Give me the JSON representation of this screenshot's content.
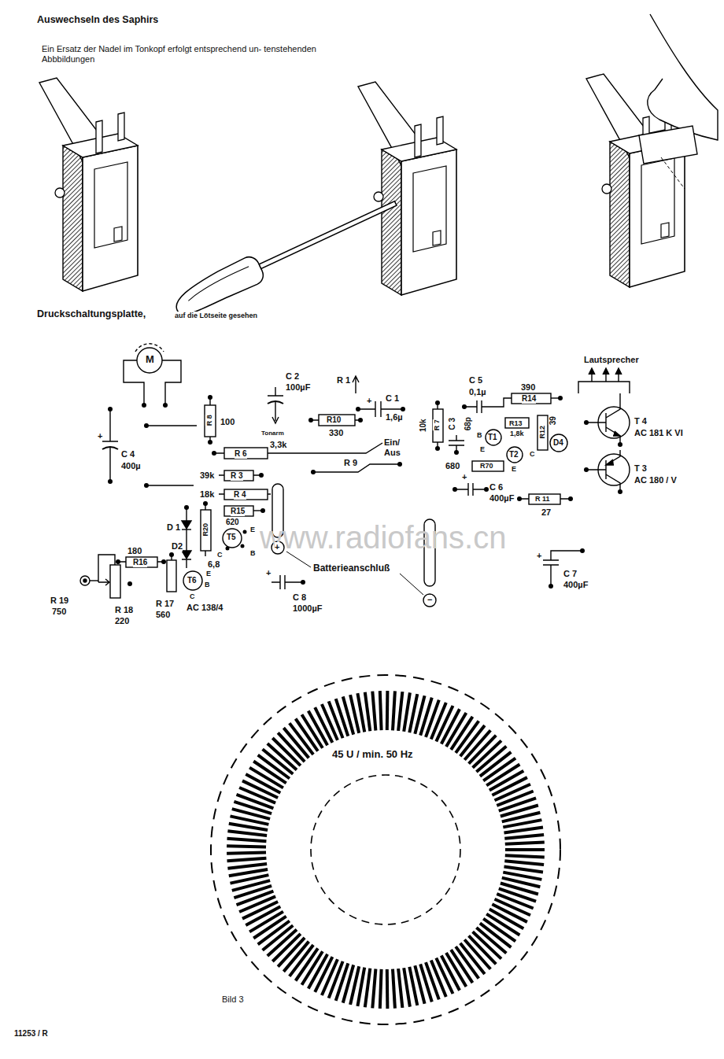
{
  "diagram": {
    "title": "Auswechseln des Saphirs",
    "caption": "Bild 3",
    "labels": [
      "Ein Ersatz der Nadel im Tonkopf erfolgt entsprechend un- tenstehenden Abbbildungen",
      "Druckschaltungsplatte,",
      "auf die Lötseite gesehen",
      "M",
      "R 8",
      "100",
      "C 2",
      "100µF",
      "Tonarm",
      "R 1",
      "+",
      "C 1",
      "1,6µ",
      "R10",
      "330",
      "R 9",
      "Ein/ Aus",
      "C 5",
      "0,1µ",
      "390",
      "R14",
      "Lautsprecher",
      "T 4",
      "AC 181 K VI",
      "T 3",
      "AC 180 / V",
      "C 4",
      "400µ",
      "+",
      "R 6",
      "3,3k",
      "39k",
      "R 3",
      "18k",
      "R 4",
      "R15",
      "620",
      "D 1",
      "R20",
      "T5",
      "E",
      "C",
      "B",
      "180",
      "R16",
      "D2",
      "6,8",
      "T6",
      "E",
      "B",
      "C",
      "R 19",
      "750",
      "R 18",
      "220",
      "R 17",
      "560",
      "AC 138/4",
      "+",
      "Batterieanschluß",
      "−",
      "+",
      "C 8",
      "1000µF",
      "R 7",
      "10k",
      "C 3",
      "68p",
      "T1",
      "R13",
      "1,8k",
      "39",
      "R12",
      "C",
      "D4",
      "T2",
      "E",
      "B",
      "E",
      "R70",
      "680",
      "+",
      "C 6",
      "400µF",
      "R 11",
      "27",
      "+",
      "C 7",
      "400µF",
      "www.radiofans.cn",
      "45 U / min. 50 Hz",
      "11253 / R"
    ]
  }
}
